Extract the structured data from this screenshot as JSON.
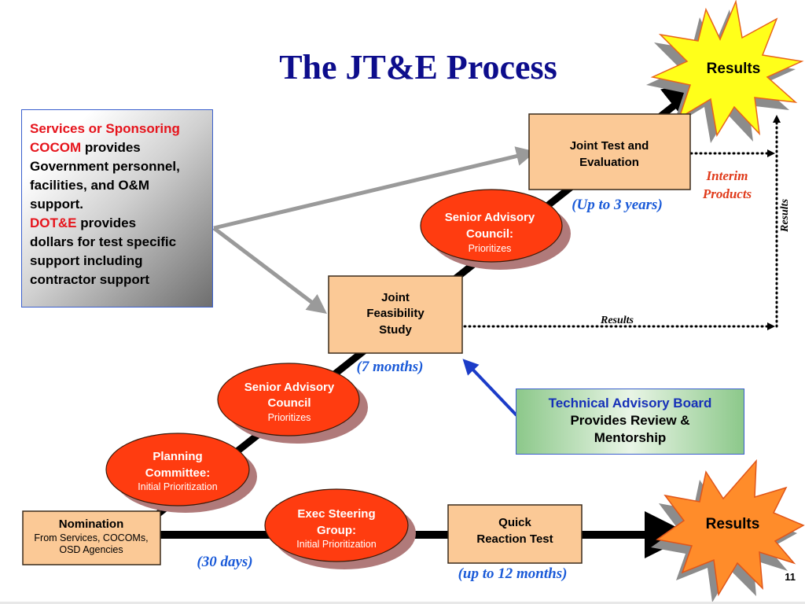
{
  "slide": {
    "title": "The JT&E Process",
    "page_number": "11"
  },
  "left_panel": {
    "line1_red": "Services or Sponsoring",
    "line2_red": "COCOM",
    "line2_rest": " provides",
    "line3": "Government personnel,",
    "line4": "facilities, and O&M",
    "line5": "support.",
    "line6_red": "DOT&E",
    "line6_rest": " provides",
    "line7": "dollars for test specific",
    "line8": "support including",
    "line9": "contractor support"
  },
  "nodes": {
    "nomination": {
      "title": "Nomination",
      "sub1": "From Services, COCOMs,",
      "sub2": "OSD Agencies"
    },
    "planning_committee": {
      "line1": "Planning",
      "line2": "Committee:",
      "sub": "Initial Prioritization"
    },
    "sac1": {
      "line1": "Senior Advisory",
      "line2": "Council",
      "sub": "Prioritizes"
    },
    "jfs": {
      "line1": "Joint",
      "line2": "Feasibility",
      "line3": "Study"
    },
    "sac2": {
      "line1": "Senior Advisory",
      "line2": "Council:",
      "sub": "Prioritizes"
    },
    "jte": {
      "line1": "Joint Test and",
      "line2": "Evaluation"
    },
    "esg": {
      "line1": "Exec Steering",
      "line2": "Group:",
      "sub": "Initial Prioritization"
    },
    "qrt": {
      "line1": "Quick",
      "line2": "Reaction Test"
    }
  },
  "durations": {
    "nomination": "(30 days)",
    "jfs": "(7 months)",
    "jte": "(Up to 3 years)",
    "qrt": "(up to 12 months)"
  },
  "results": {
    "star_top": "Results",
    "star_bottom": "Results",
    "interim_line1": "Interim",
    "interim_line2": "Products",
    "dotted_horizontal": "Results",
    "dotted_vertical": "Results"
  },
  "tab": {
    "title": "Technical Advisory Board",
    "line2": "Provides Review &",
    "line3": "Mentorship"
  },
  "colors": {
    "title": "#0d0d8c",
    "box_fill": "#fbc996",
    "ellipse_fill": "#ff3c10",
    "star_top": "#ffff1a",
    "star_bottom": "#ff8c2a",
    "duration_text": "#1a5ad8",
    "interim_text": "#e03a1a",
    "red_text": "#e6141c"
  }
}
